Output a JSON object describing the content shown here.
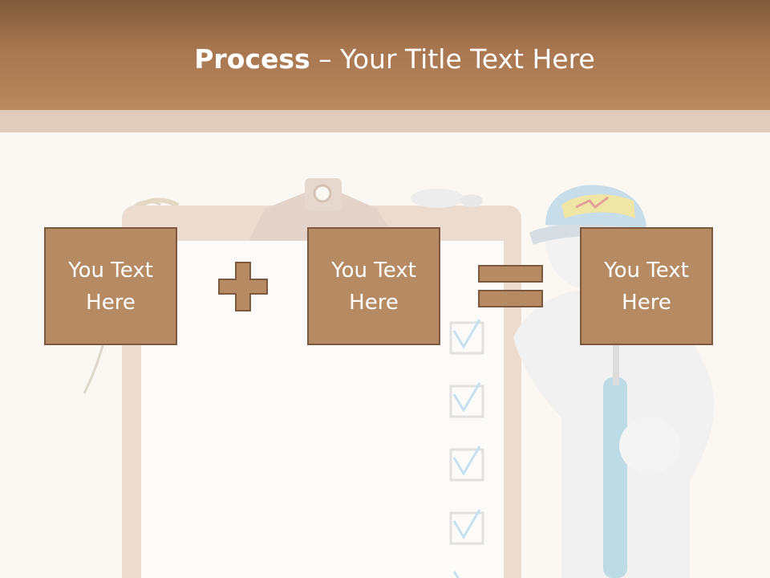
{
  "slide": {
    "title_bold": "Process",
    "title_rest": " – Your Title Text Here",
    "boxes": [
      {
        "text": "You Text Here"
      },
      {
        "text": "You Text Here"
      },
      {
        "text": "You Text Here"
      }
    ],
    "operators": [
      "plus-icon",
      "equals-icon"
    ]
  },
  "colors": {
    "header": "#a87650",
    "band": "#e1ccbc",
    "box_fill": "#b68a62",
    "box_border": "#7d5a3f",
    "background": "#fbf7f3"
  }
}
